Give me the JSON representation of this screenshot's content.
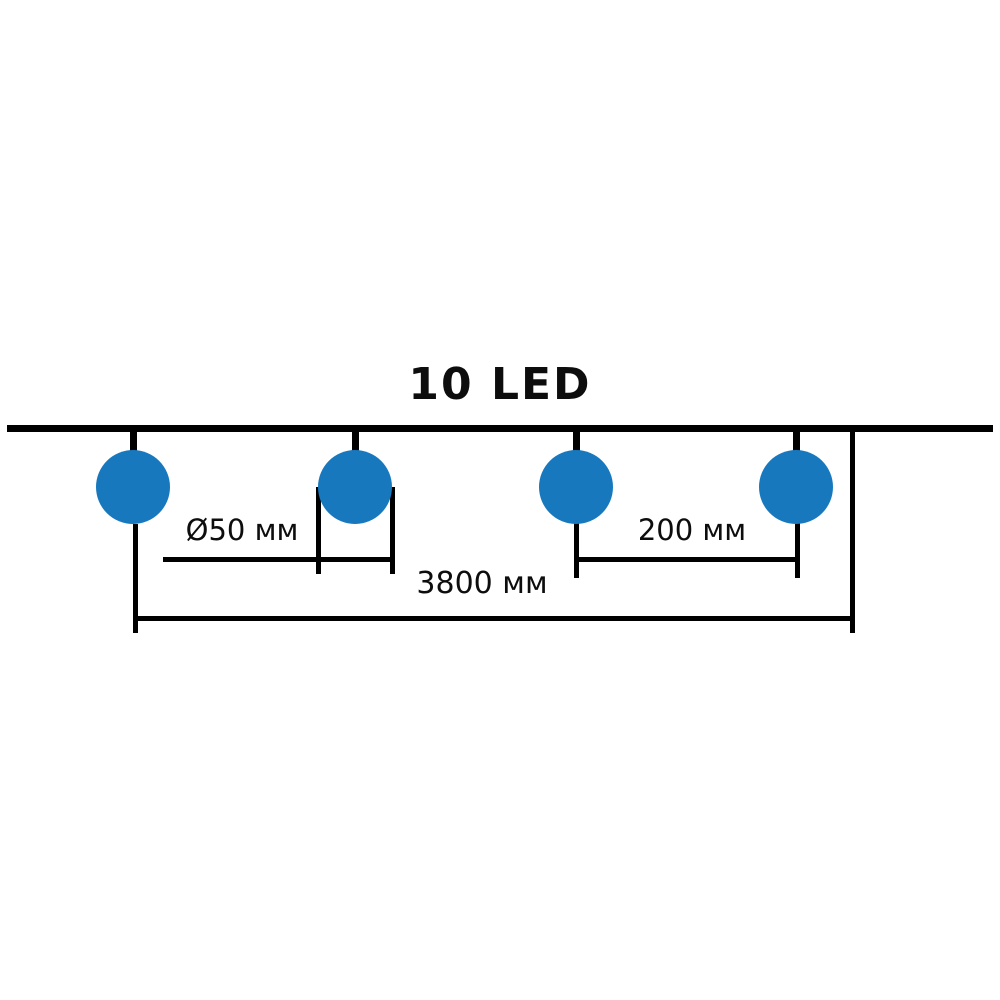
{
  "diagram": {
    "title": "10 LED",
    "colors": {
      "bulb_fill": "#1778BE",
      "line": "#000000",
      "text": "#0d0d0d",
      "background": "#ffffff"
    },
    "dimensions": {
      "bulb_diameter": {
        "label": "Ø50 мм"
      },
      "bulb_spacing": {
        "label": "200 мм"
      },
      "total_length": {
        "label": "3800 мм"
      }
    }
  }
}
